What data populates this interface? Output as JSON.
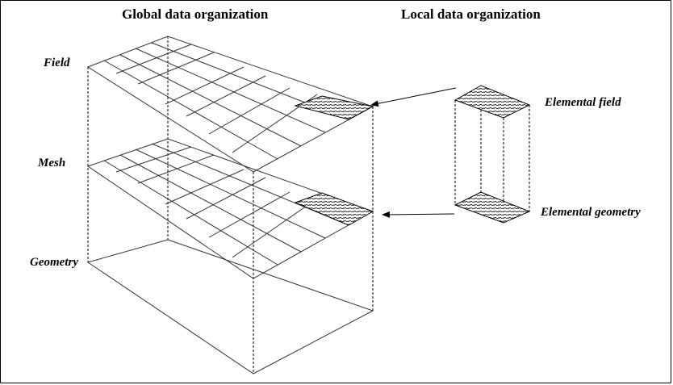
{
  "headings": {
    "global": "Global data organization",
    "local": "Local data organization"
  },
  "labels": {
    "field": "Field",
    "mesh": "Mesh",
    "geometry": "Geometry",
    "elemental_field": "Elemental field",
    "elemental_geometry": "Elemental geometry"
  }
}
